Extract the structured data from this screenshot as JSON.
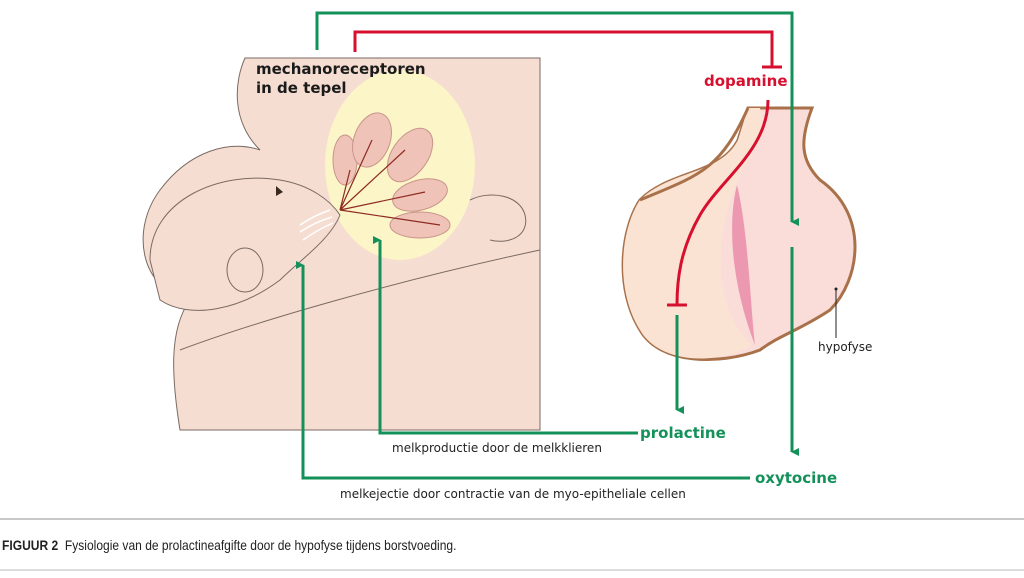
{
  "labels": {
    "mechanoreceptors_line1": "mechanoreceptoren",
    "mechanoreceptors_line2": "in de tepel",
    "dopamine": "dopamine",
    "prolactine": "prolactine",
    "oxytocine": "oxytocine",
    "hypofyse": "hypofyse",
    "milk_production": "melkproductie door de melkklieren",
    "milk_ejection": "melkejectie door contractie van de myo-epitheliale cellen"
  },
  "caption": {
    "figure_number": "FIGUUR 2",
    "text": "Fysiologie van de prolactineafgifte door de hypofyse tijdens borstvoeding."
  },
  "colors": {
    "stimulate": "#14915a",
    "inhibit": "#d7102f",
    "skin": "#f6ddd2",
    "gland": "#fbf5c8",
    "pituitary_outline": "#a8714a"
  }
}
